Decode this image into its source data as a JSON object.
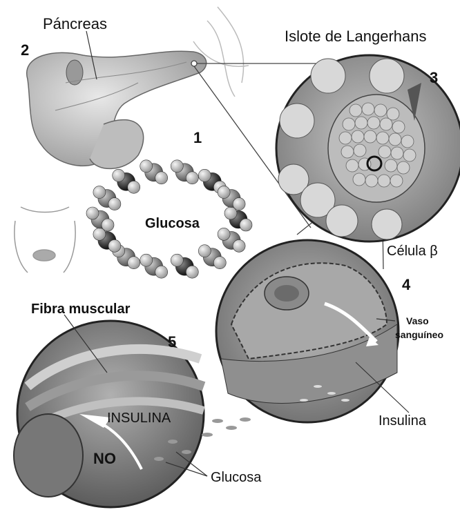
{
  "labels": {
    "pancreas": "Páncreas",
    "islet": "Islote de Langerhans",
    "glucose_molecule": "Glucosa",
    "beta_cell": "Célula β",
    "blood_vessel_line1": "Vaso",
    "blood_vessel_line2": "sanguíneo",
    "insulin": "Insulina",
    "muscle_fiber": "Fibra muscular",
    "insulin_caps": "INSULINA",
    "no": "NO",
    "glucose": "Glucosa"
  },
  "steps": {
    "one": "1",
    "two": "2",
    "three": "3",
    "four": "4",
    "five": "5"
  }
}
